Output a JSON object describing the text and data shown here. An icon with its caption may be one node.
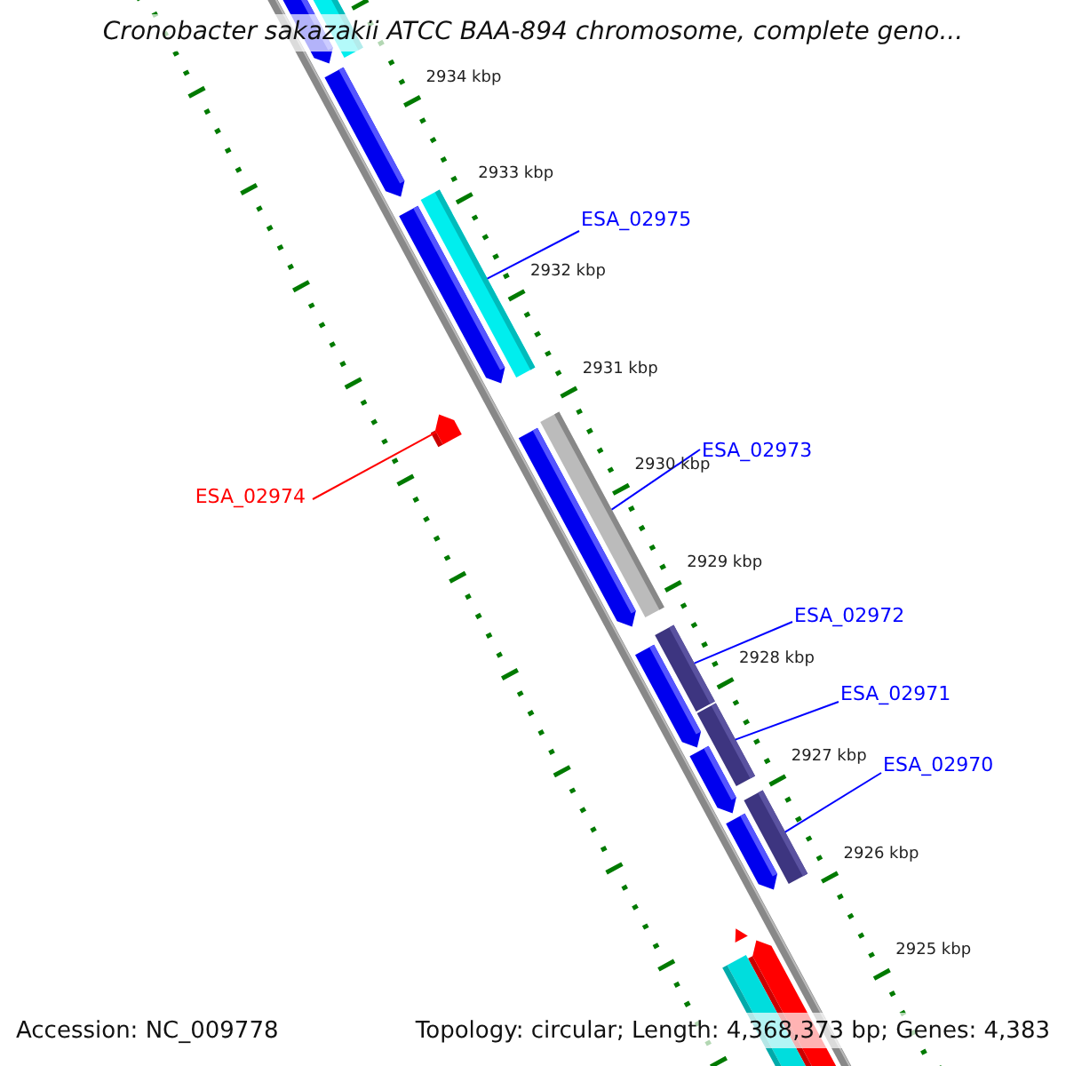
{
  "diagram": {
    "title": "Cronobacter sakazakii ATCC BAA-894 chromosome, complete geno...",
    "nodes": [
      {
        "text": [
          "ESA_02975"
        ]
      },
      {
        "text": [],
        "shape": "arrow"
      },
      {
        "text": [
          "ESA_02974"
        ]
      },
      {
        "text": [],
        "shape": "arrow"
      },
      {
        "text": [
          "ESA_02973"
        ]
      },
      {
        "text": [],
        "shape": "arrow"
      },
      {
        "text": [
          "ESA_02972"
        ]
      },
      {
        "text": [],
        "shape": "arrow"
      },
      {
        "text": [
          "ESA_02971"
        ]
      },
      {
        "text": [],
        "shape": "arrow"
      },
      {
        "text": [
          "ESA_02970"
        ]
      },
      {
        "text": [],
        "shape": "arrow"
      }
    ],
    "edges": [
      {
        "from": 0,
        "to": 1,
        "arrow": "none"
      },
      {
        "from": 2,
        "to": 3,
        "arrow": "none",
        "color": "#ff0000"
      },
      {
        "from": 4,
        "to": 5,
        "arrow": "none"
      },
      {
        "from": 6,
        "to": 7,
        "arrow": "none"
      },
      {
        "from": 8,
        "to": 9,
        "arrow": "none"
      },
      {
        "from": 10,
        "to": 11,
        "arrow": "none"
      }
    ],
    "labels": [
      "2934 kbp",
      "2933 kbp",
      "2932 kbp",
      "2931 kbp",
      "2930 kbp",
      "2929 kbp",
      "2928 kbp",
      "2927 kbp",
      "2926 kbp",
      "2925 kbp",
      "Accession: NC_009778",
      "Topology: circular; Length: 4,368,373 bp; Genes: 4,383"
    ]
  }
}
